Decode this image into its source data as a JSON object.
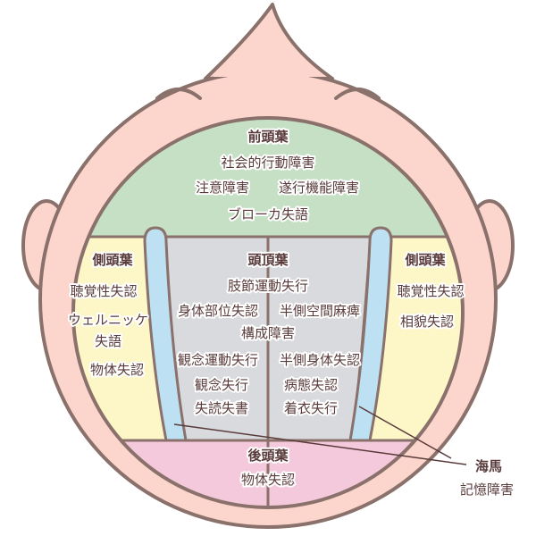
{
  "frontal": {
    "title": "前頭葉",
    "items": [
      "社会的行動障害",
      "注意障害",
      "遂行機能障害",
      "ブローカ失語"
    ]
  },
  "temporal_left": {
    "title": "側頭葉",
    "items": [
      "聴覚性失認",
      "ウェルニッケ",
      "失語",
      "物体失認"
    ]
  },
  "parietal": {
    "title": "頭頂葉",
    "items": [
      "肢節運動失行",
      "身体部位失認",
      "半側空間麻痺",
      "構成障害",
      "観念運動失行",
      "半側身体失認",
      "観念失行",
      "病態失認",
      "失読失書",
      "着衣失行"
    ]
  },
  "temporal_right": {
    "title": "側頭葉",
    "items": [
      "聴覚性失認",
      "相貌失認"
    ]
  },
  "occipital": {
    "title": "後頭葉",
    "items": [
      "物体失認"
    ]
  },
  "hippocampus": {
    "title": "海馬",
    "items": [
      "記憶障害"
    ]
  },
  "colors": {
    "skin": "#fcd6cc",
    "outline": "#8a716b",
    "frontal": "#c5e0c4",
    "temporal": "#fdf7c8",
    "parietal": "#d9dadd",
    "occipital": "#f5c9dc",
    "hippocampus": "#bde0f3"
  }
}
